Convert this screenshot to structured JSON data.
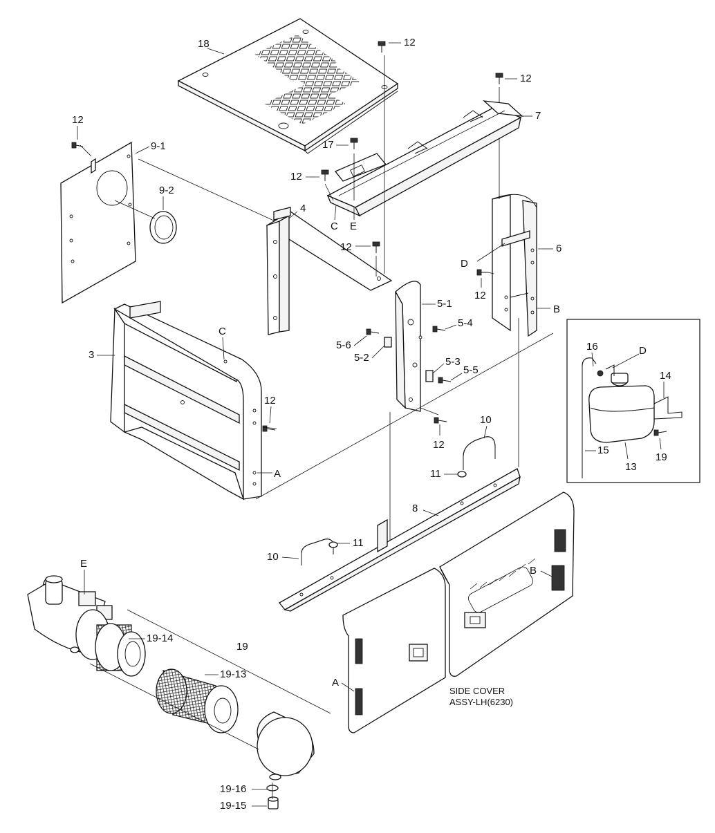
{
  "labels": {
    "p18": "18",
    "p12a": "12",
    "p12b": "12",
    "p12c": "12",
    "p12d": "12",
    "p12e": "12",
    "p12f": "12",
    "p12g": "12",
    "p12h": "12",
    "p7": "7",
    "p17": "17",
    "p9_1": "9-1",
    "p9_2": "9-2",
    "p4": "4",
    "p6": "6",
    "pC_top": "C",
    "pE_top": "E",
    "pD": "D",
    "pB_top": "B",
    "p5_1": "5-1",
    "p5_4": "5-4",
    "p5_6": "5-6",
    "p5_2": "5-2",
    "p5_3": "5-3",
    "p5_5": "5-5",
    "p3": "3",
    "pC_mid": "C",
    "pA_top": "A",
    "p10a": "10",
    "p10b": "10",
    "p11a": "11",
    "p11b": "11",
    "p8": "8",
    "p16": "16",
    "pD_inset": "D",
    "p14": "14",
    "p15": "15",
    "p13": "13",
    "p19_inset": "19",
    "pE_low": "E",
    "p19_14": "19-14",
    "p19": "19",
    "p19_13": "19-13",
    "p19_16": "19-16",
    "p19_15": "19-15",
    "pB_low": "B",
    "pA_low": "A",
    "side_cover_1": "SIDE COVER",
    "side_cover_2": "ASSY-LH(6230)"
  }
}
